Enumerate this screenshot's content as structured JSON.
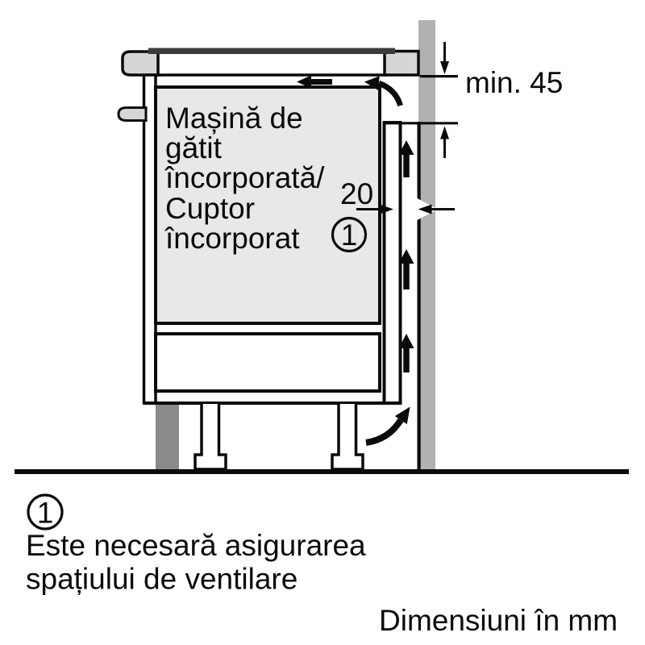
{
  "diagram": {
    "oven_label": {
      "lines": [
        "Mașină de",
        "gătit",
        "încorporată/",
        "Cuptor",
        "încorporat"
      ]
    },
    "dimensions": {
      "top_clearance": "min. 45",
      "rear_gap": "20"
    },
    "callout": {
      "number": "1"
    },
    "icons": [
      "airflow-arrow-left-icon",
      "airflow-curved-arrow-top-icon",
      "airflow-arrow-up-icon",
      "airflow-curved-arrow-bottom-icon",
      "dimension-arrow-down-icon",
      "dimension-arrow-up-icon",
      "dimension-arrow-right-icon",
      "dimension-arrow-left-icon"
    ],
    "colors": {
      "outline": "#0a0a0a",
      "oven_fill": "#e8e8e8",
      "worktop_fill": "#d6d6d6",
      "wall_fill": "#b1b1b1",
      "plinth_fill": "#8a8a8a",
      "hob_glass": "#3c3c3c",
      "background": "#ffffff"
    }
  },
  "legend": {
    "callout_number": "1",
    "note_line1": "Este necesară asigurarea",
    "note_line2": "spațiului de ventilare",
    "units_note": "Dimensiuni în mm"
  }
}
